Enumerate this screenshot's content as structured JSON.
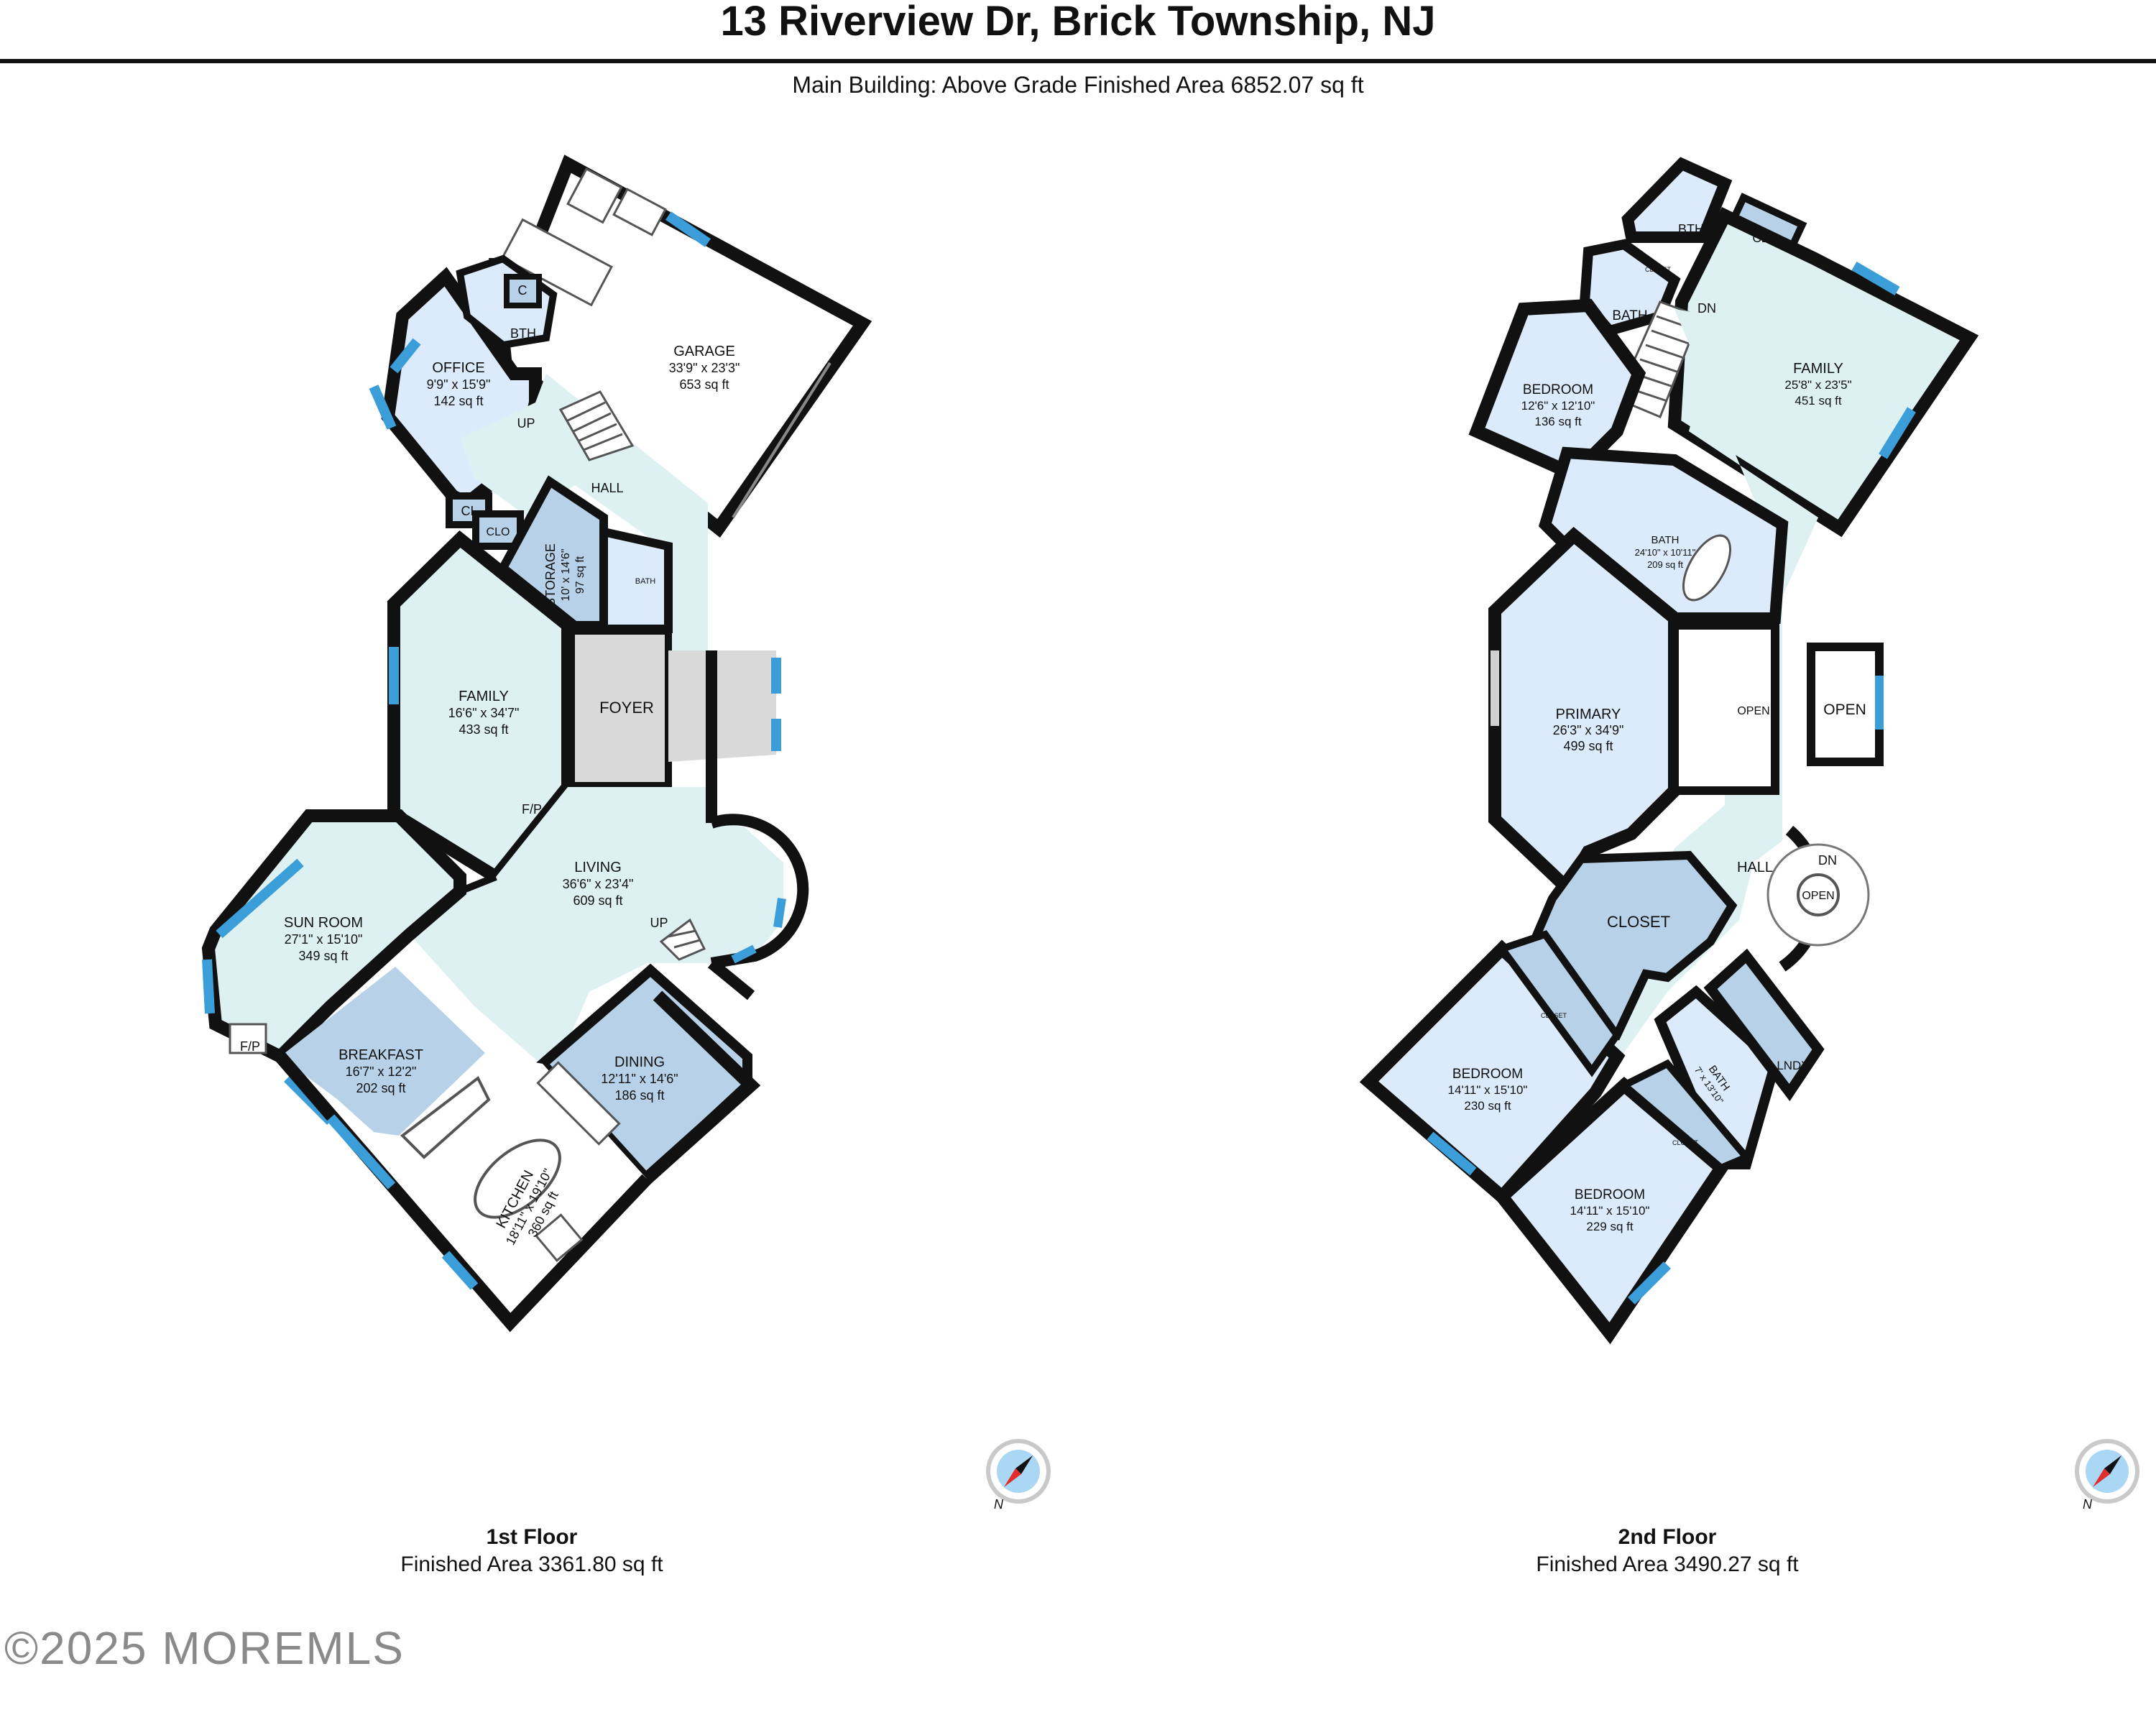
{
  "header": {
    "title": "13 Riverview Dr, Brick Township, NJ",
    "subtitle": "Main Building: Above Grade Finished Area 6852.07 sq ft"
  },
  "colors": {
    "wall": "#111111",
    "window": "#3b9ed9",
    "room_light": "#ddf1f2",
    "room_blue": "#dcebfb",
    "room_mid": "#b7d2e8",
    "foyer": "#d9d9d9",
    "garage": "#ffffff"
  },
  "floors": [
    {
      "name": "1st Floor",
      "finished_area": "Finished Area 3361.80 sq ft",
      "rooms": [
        {
          "name": "GARAGE",
          "dims": "33'9\" x 23'3\"",
          "area": "653 sq ft"
        },
        {
          "name": "OFFICE",
          "dims": "9'9\" x 15'9\"",
          "area": "142 sq ft"
        },
        {
          "name": "BTH"
        },
        {
          "name": "C"
        },
        {
          "name": "UP"
        },
        {
          "name": "HALL"
        },
        {
          "name": "CL"
        },
        {
          "name": "CLO"
        },
        {
          "name": "STORAGE",
          "dims": "10' x 14'6\"",
          "area": "97 sq ft"
        },
        {
          "name": "BATH"
        },
        {
          "name": "FAMILY",
          "dims": "16'6\" x 34'7\"",
          "area": "433 sq ft"
        },
        {
          "name": "FOYER"
        },
        {
          "name": "F/P"
        },
        {
          "name": "LIVING",
          "dims": "36'6\" x 23'4\"",
          "area": "609 sq ft"
        },
        {
          "name": "UP"
        },
        {
          "name": "SUN ROOM",
          "dims": "27'1\" x 15'10\"",
          "area": "349 sq ft"
        },
        {
          "name": "F/P"
        },
        {
          "name": "BREAKFAST",
          "dims": "16'7\" x 12'2\"",
          "area": "202 sq ft"
        },
        {
          "name": "DINING",
          "dims": "12'11\" x 14'6\"",
          "area": "186 sq ft"
        },
        {
          "name": "KITCHEN",
          "dims": "18'11\" x 19'10\"",
          "area": "360 sq ft"
        }
      ]
    },
    {
      "name": "2nd Floor",
      "finished_area": "Finished Area 3490.27 sq ft",
      "rooms": [
        {
          "name": "BTH"
        },
        {
          "name": "CLO"
        },
        {
          "name": "CLOSET"
        },
        {
          "name": "BATH"
        },
        {
          "name": "DN"
        },
        {
          "name": "BEDROOM",
          "dims": "12'6\" x 12'10\"",
          "area": "136 sq ft"
        },
        {
          "name": "FAMILY",
          "dims": "25'8\" x 23'5\"",
          "area": "451 sq ft"
        },
        {
          "name": "BATH",
          "dims": "24'10\" x 10'11\"",
          "area": "209 sq ft"
        },
        {
          "name": "PRIMARY",
          "dims": "26'3\" x 34'9\"",
          "area": "499 sq ft"
        },
        {
          "name": "OPEN"
        },
        {
          "name": "OPEN"
        },
        {
          "name": "HALL"
        },
        {
          "name": "DN"
        },
        {
          "name": "OPEN"
        },
        {
          "name": "CLOSET"
        },
        {
          "name": "CLOSET"
        },
        {
          "name": "BEDROOM",
          "dims": "14'11\" x 15'10\"",
          "area": "230 sq ft"
        },
        {
          "name": "BATH",
          "dims": "7' x 13'10\""
        },
        {
          "name": "LNDY"
        },
        {
          "name": "CLOSET"
        },
        {
          "name": "BEDROOM",
          "dims": "14'11\" x 15'10\"",
          "area": "229 sq ft"
        }
      ]
    }
  ],
  "compass": {
    "label": "N"
  },
  "watermark": "©2025 MOREMLS"
}
